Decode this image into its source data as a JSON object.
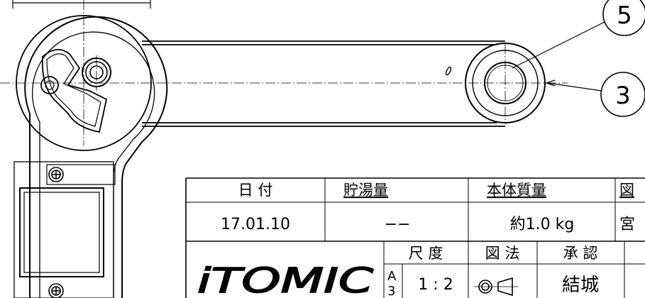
{
  "balloons": [
    {
      "number": "5"
    },
    {
      "number": "3"
    }
  ],
  "title_block": {
    "row1_headers": {
      "date": "日 付",
      "capacity": "貯湯量",
      "mass": "本体質量",
      "partial_right": "図"
    },
    "row2_values": {
      "date": "17.01.10",
      "capacity": "−−",
      "mass": "約1.0 kg",
      "partial_right": "宮"
    },
    "row3_headers": {
      "scale": "尺 度",
      "projection": "図 法",
      "approval": "承 認"
    },
    "row4_values": {
      "paper_top": "A",
      "paper_bottom": "3",
      "scale": "1 : 2",
      "approval": "結城"
    },
    "logo_text": "iTOMIC"
  }
}
